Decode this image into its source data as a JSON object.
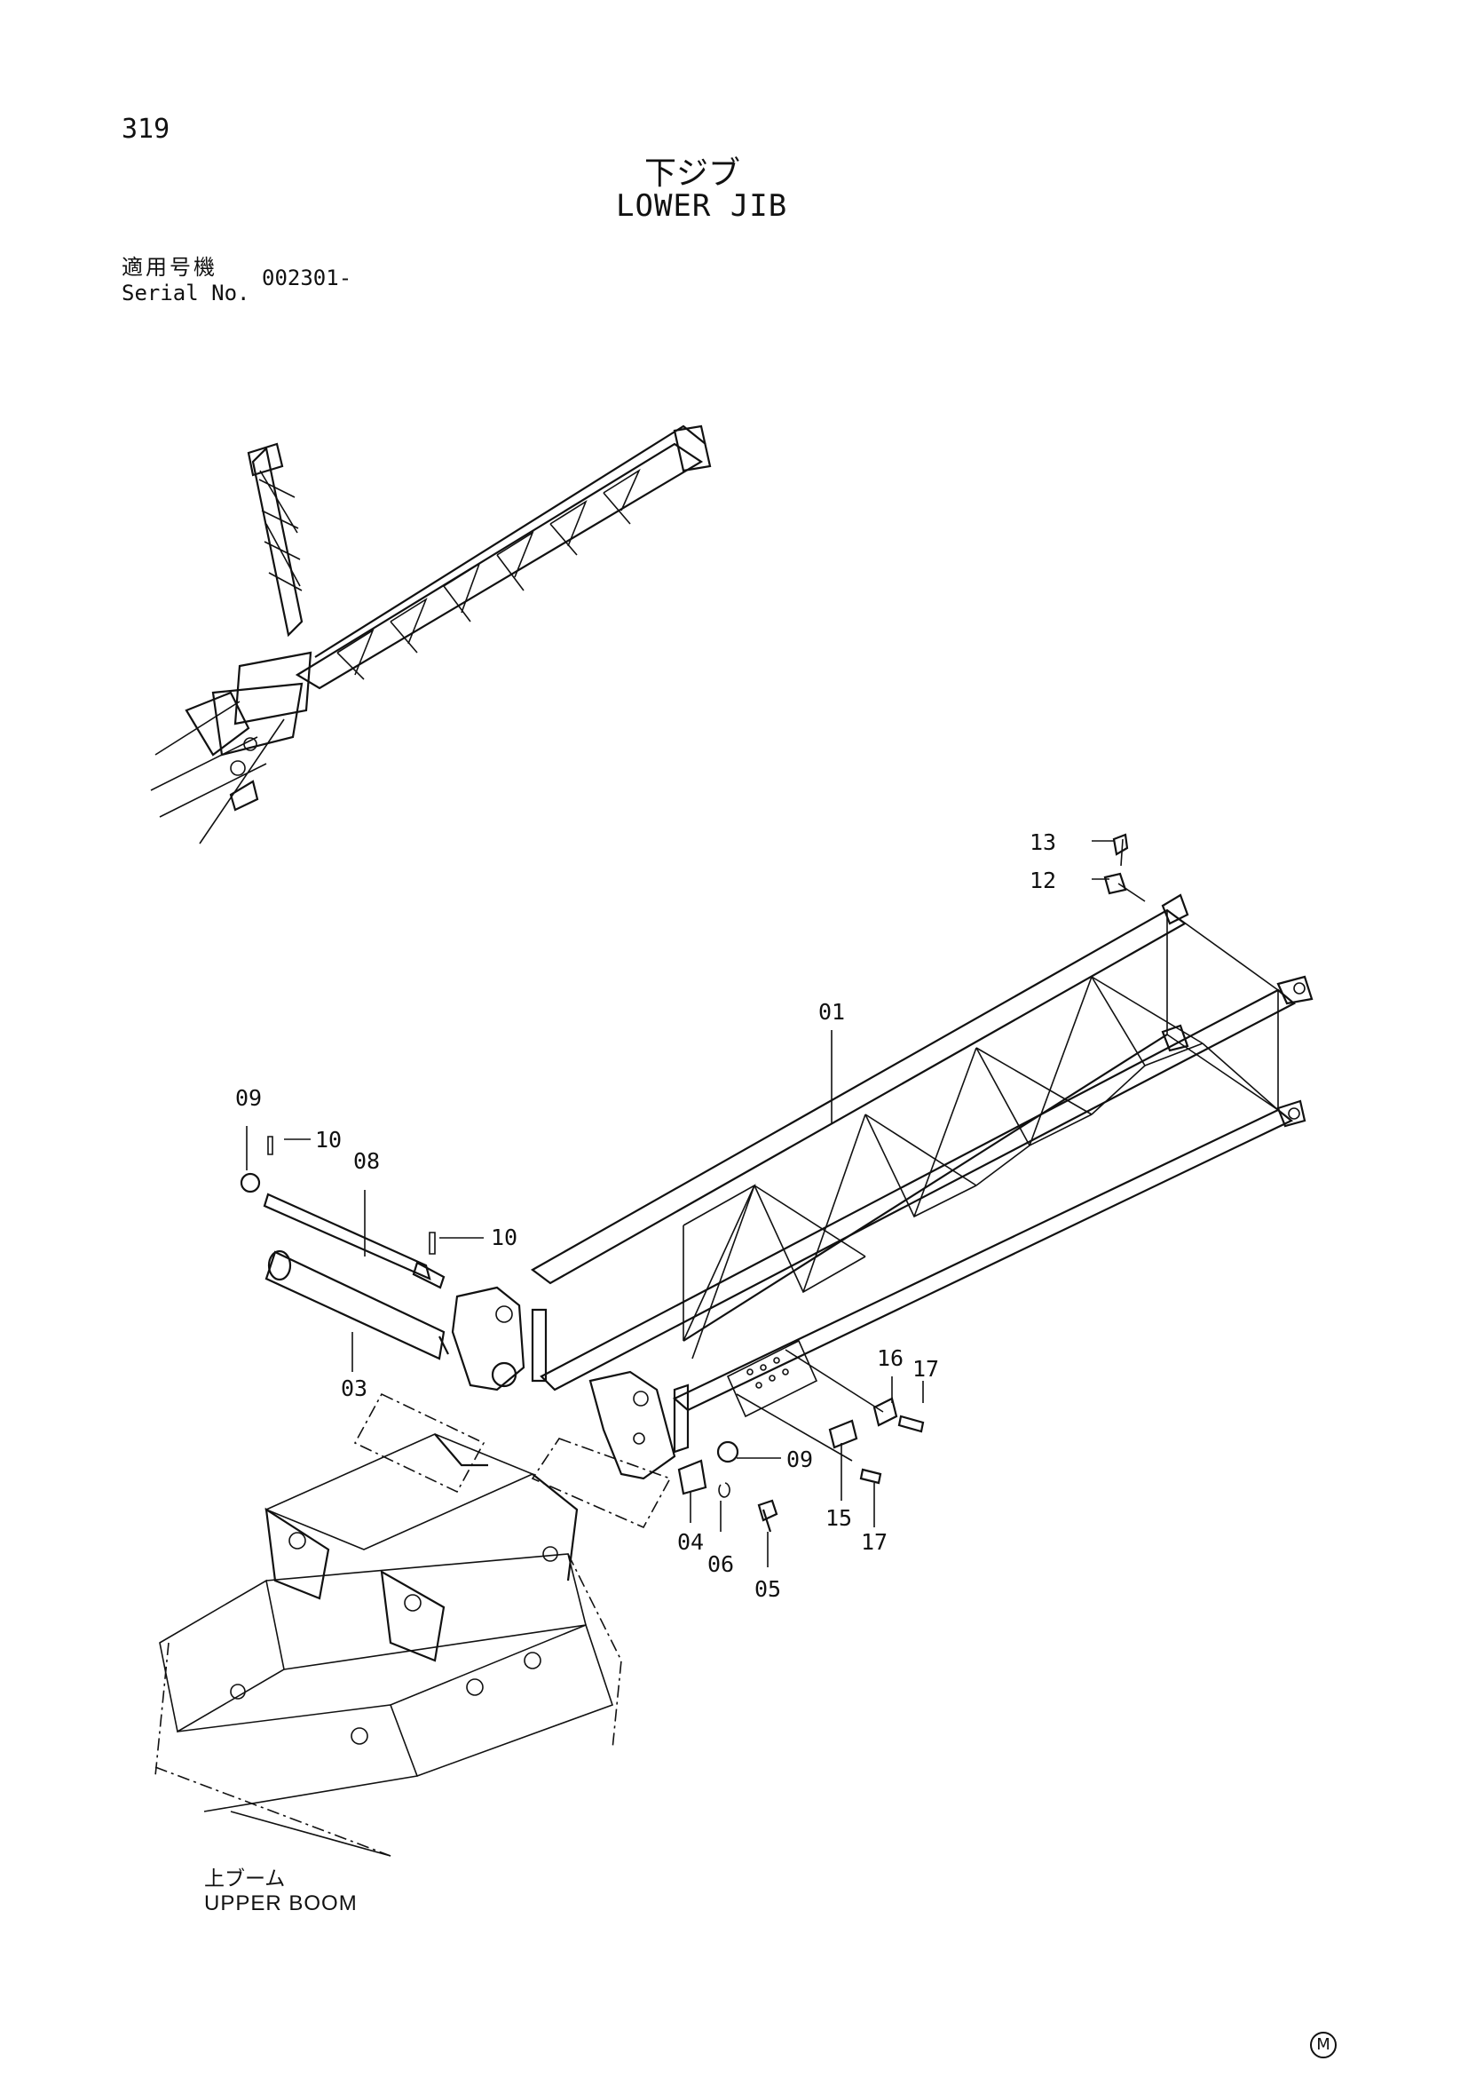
{
  "page": {
    "number": "319",
    "title_jp": "下ジブ",
    "title_en": "LOWER JIB"
  },
  "serial": {
    "label_jp": "適用号機",
    "label_en": "Serial No.",
    "value": "002301-"
  },
  "callouts": {
    "c01": "01",
    "c03": "03",
    "c04": "04",
    "c05": "05",
    "c06": "06",
    "c08": "08",
    "c09a": "09",
    "c09b": "09",
    "c10a": "10",
    "c10b": "10",
    "c12": "12",
    "c13": "13",
    "c15": "15",
    "c16": "16",
    "c17a": "17",
    "c17b": "17"
  },
  "upper_boom": {
    "label_jp": "上ブーム",
    "label_en": "UPPER BOOM"
  },
  "footer_mark": "M"
}
